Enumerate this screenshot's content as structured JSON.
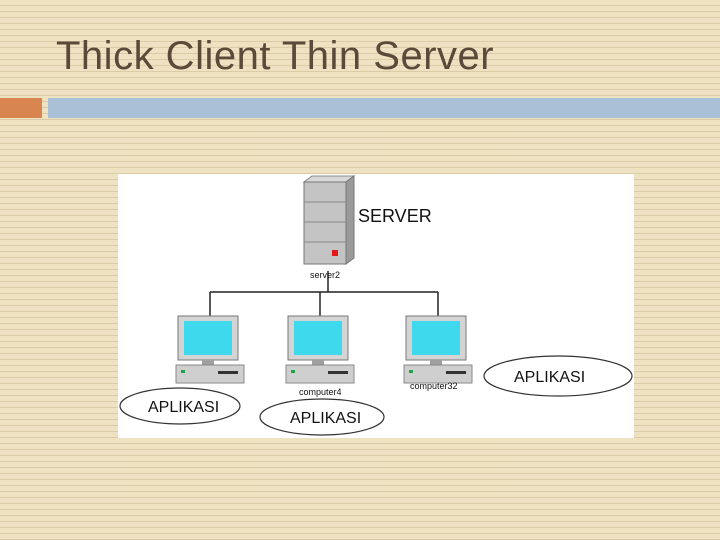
{
  "slide": {
    "title": "Thick Client Thin Server"
  },
  "diagram": {
    "server": {
      "label": "SERVER",
      "name": "server2"
    },
    "computers": [
      {
        "name": ""
      },
      {
        "name": "computer4"
      },
      {
        "name": "computer32"
      }
    ],
    "app_labels": [
      "APLIKASI",
      "APLIKASI",
      "APLIKASI"
    ]
  },
  "colors": {
    "accent": "#d9854f",
    "rule": "#a9c0d6",
    "title_text": "#5b4a3a",
    "screen": "#3fd9ee",
    "server_light": "#e0191b"
  }
}
